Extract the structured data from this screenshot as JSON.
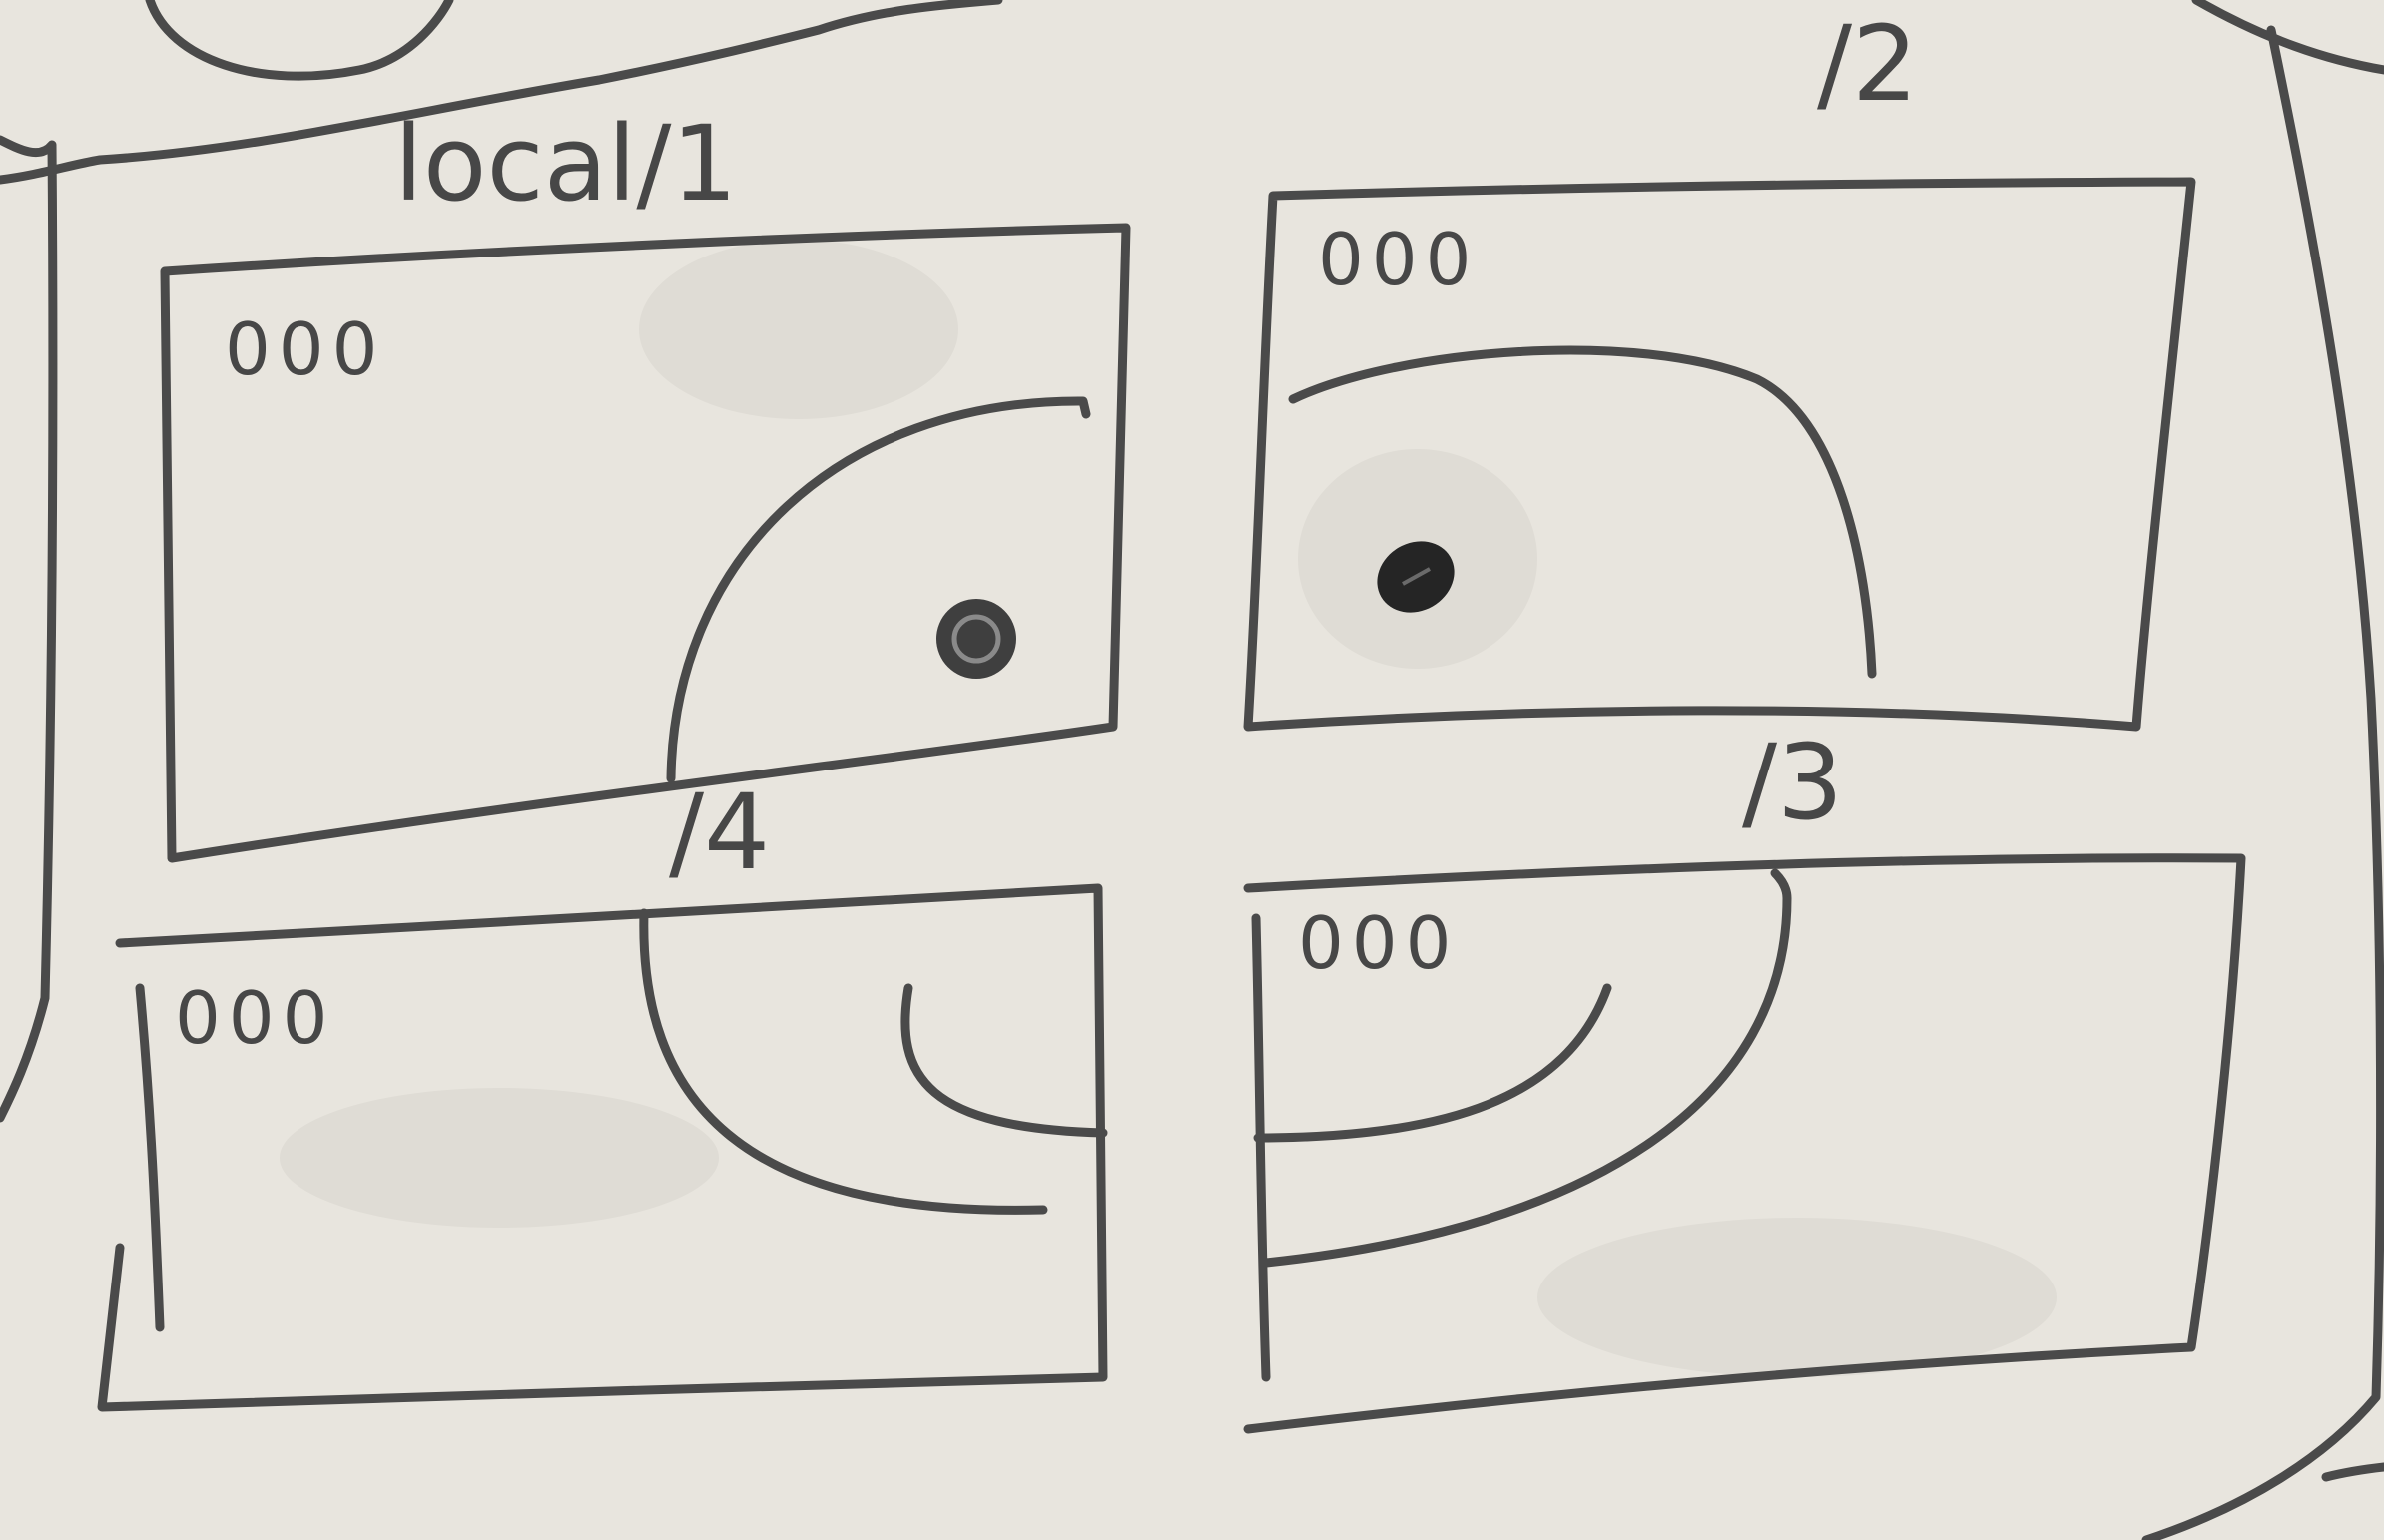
{
  "paper": {
    "background": "#e8e5de",
    "pencil_color": "#4a4a4a"
  },
  "windows": [
    {
      "id": "top-left",
      "label": "local/1",
      "traffic_lights": "000",
      "indicator": "ringed-dot"
    },
    {
      "id": "top-right",
      "label": "/2",
      "traffic_lights": "000",
      "indicator": "filled-dot"
    },
    {
      "id": "bottom-left",
      "label": "/4",
      "traffic_lights": "000",
      "indicator": "none"
    },
    {
      "id": "bottom-right",
      "label": "/3",
      "traffic_lights": "000",
      "indicator": "none"
    }
  ]
}
